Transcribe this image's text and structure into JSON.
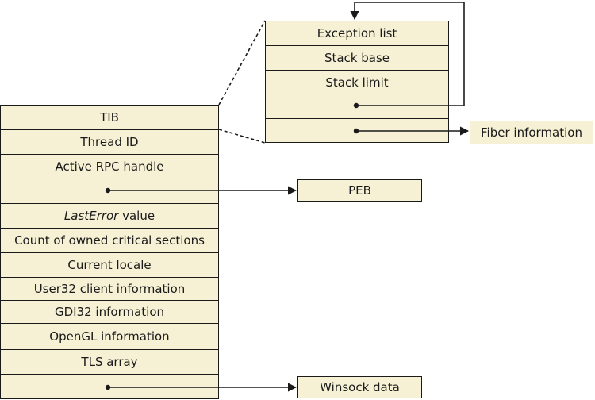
{
  "teb_fields": {
    "tib": "TIB",
    "thread_id": "Thread ID",
    "active_rpc_handle": "Active RPC handle",
    "last_error_italic": "LastError",
    "last_error_suffix": " value",
    "owned_critical_sections": "Count of owned critical sections",
    "current_locale": "Current locale",
    "user32_client_info": "User32 client information",
    "gdi32_info": "GDI32 information",
    "opengl_info": "OpenGL information",
    "tls_array": "TLS array"
  },
  "tib_fields": {
    "exception_list": "Exception list",
    "stack_base": "Stack base",
    "stack_limit": "Stack limit"
  },
  "targets": {
    "fiber_information": "Fiber information",
    "peb": "PEB",
    "winsock_data": "Winsock data"
  },
  "colors": {
    "cell_fill": "#f6f1d4",
    "outline": "#1a1a1a"
  }
}
